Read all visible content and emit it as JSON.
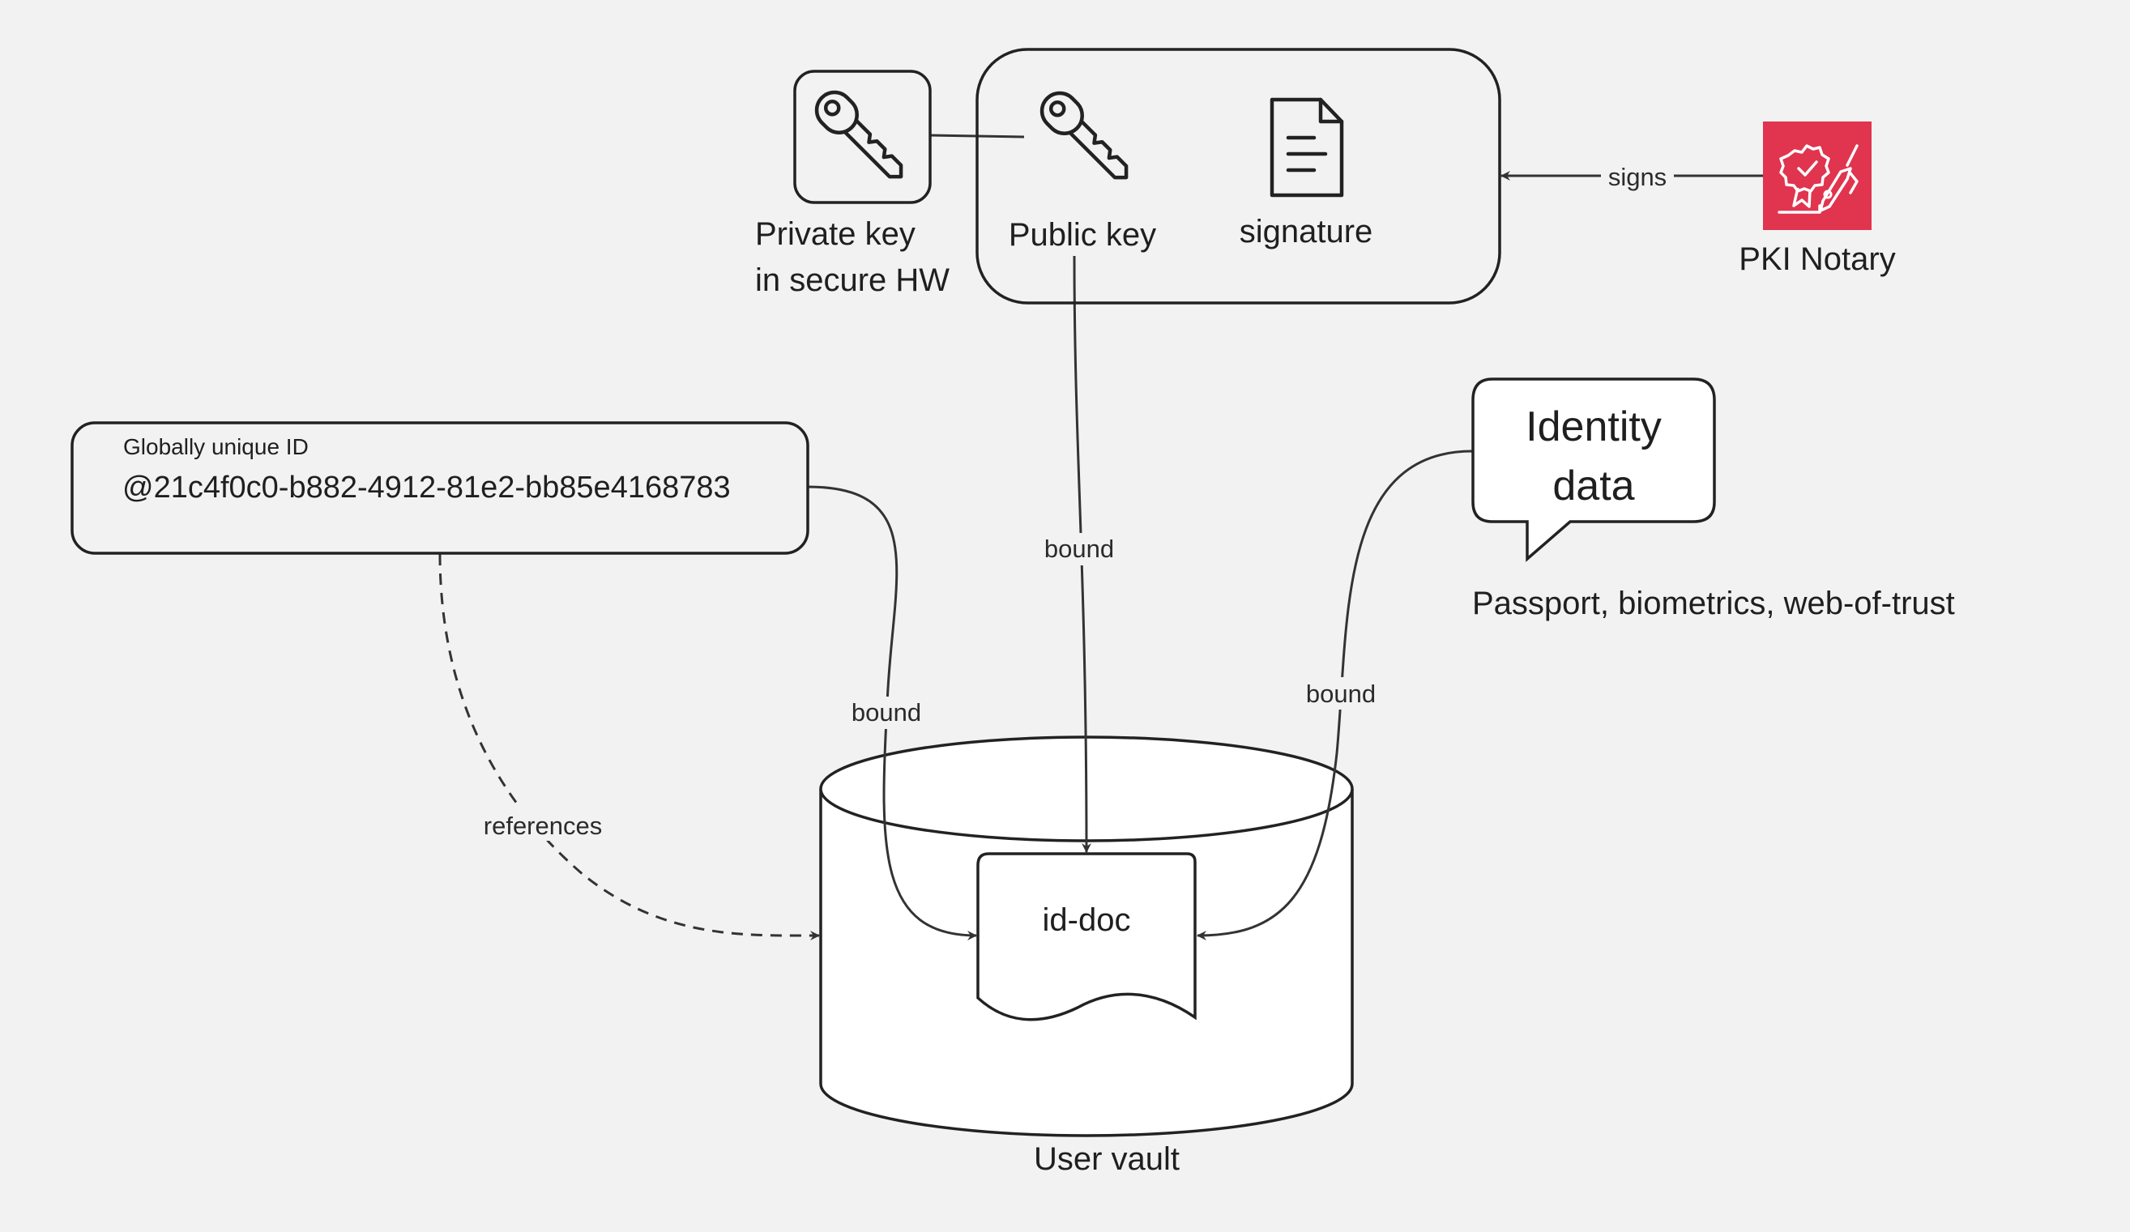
{
  "nodes": {
    "private_key": {
      "line1": "Private key",
      "line2": "in secure HW",
      "icon": "key-icon"
    },
    "public_key": {
      "label": "Public key",
      "icon": "key-icon"
    },
    "signature": {
      "label": "signature",
      "icon": "document-icon"
    },
    "pki_notary": {
      "label": "PKI Notary",
      "icon": "notary-pen-badge-icon",
      "color": "#e0344f"
    },
    "global_id": {
      "caption": "Globally unique ID",
      "value": "@21c4f0c0-b882-4912-81e2-bb85e4168783"
    },
    "identity_data": {
      "line1": "Identity",
      "line2": "data",
      "note": "Passport, biometrics, web-of-trust"
    },
    "user_vault": {
      "label": "User vault"
    },
    "id_doc": {
      "label": "id-doc"
    }
  },
  "edges": {
    "signs": "signs",
    "bound_public_key": "bound",
    "bound_global_id": "bound",
    "bound_identity": "bound",
    "references": "references"
  }
}
